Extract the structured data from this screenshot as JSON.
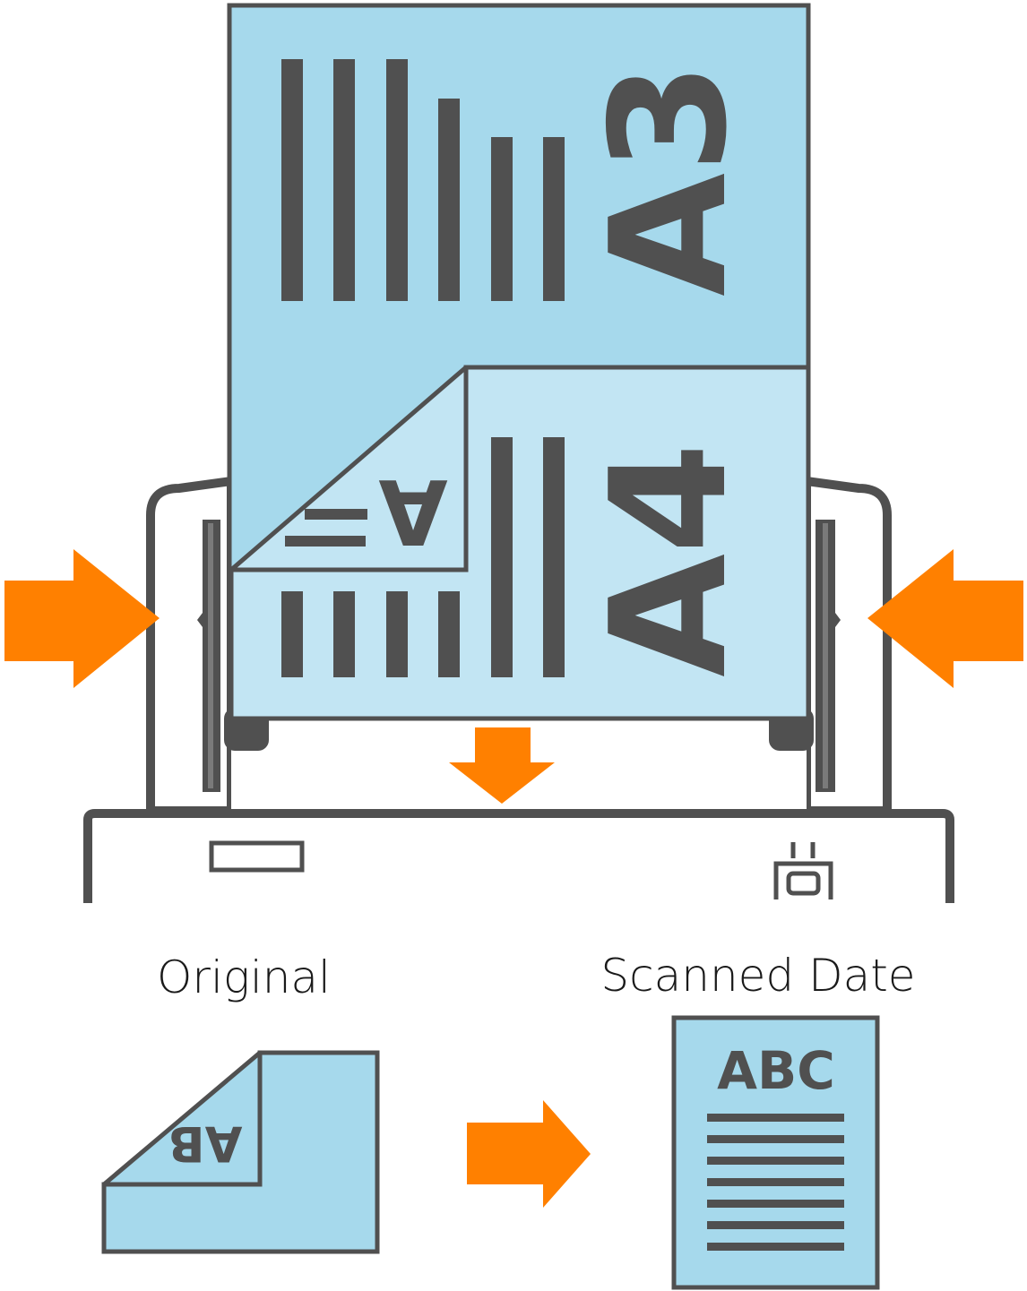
{
  "colors": {
    "outline": "#505050",
    "paper_blue": "#a6d9ec",
    "paper_blue_light": "#c2e5f3",
    "arrow_orange": "#ff8000",
    "background": "#ffffff"
  },
  "sheet_a3": {
    "label": "A3"
  },
  "sheet_a4": {
    "label": "A4",
    "flap_label": "A"
  },
  "captions": {
    "original": "Original",
    "scanned": "Scanned Date"
  },
  "original_sheet": {
    "flap_text": "AB"
  },
  "scanned_sheet": {
    "text": "ABC"
  },
  "icons": {
    "left_arrow": "arrow-right-icon",
    "right_arrow": "arrow-left-icon",
    "feed_arrow": "arrow-down-icon",
    "result_arrow": "arrow-right-icon",
    "button": "scan-button-icon",
    "carrier_sheet": "carrier-sheet-icon"
  }
}
